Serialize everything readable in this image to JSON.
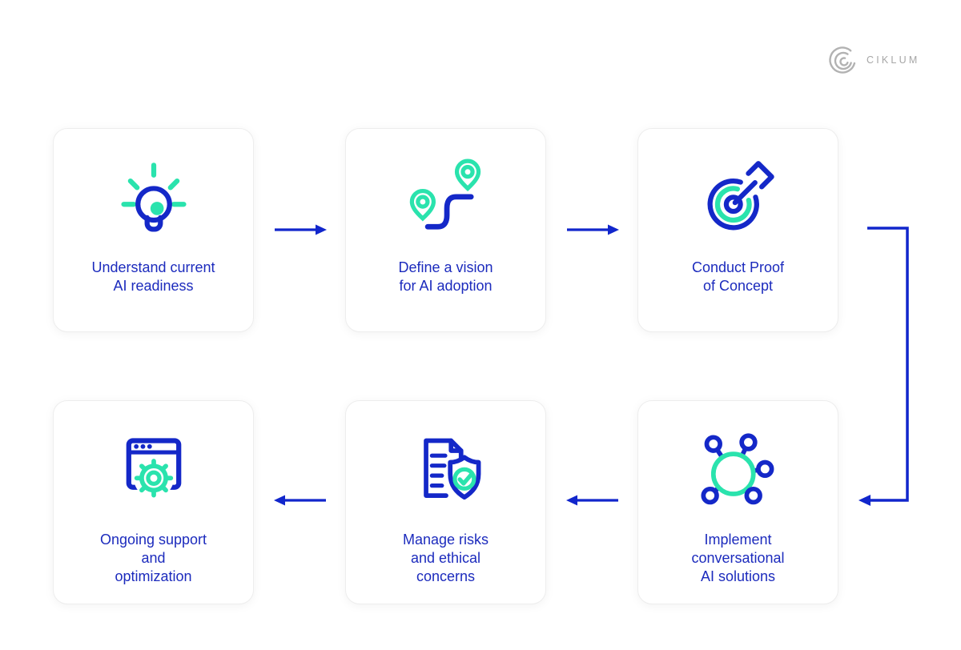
{
  "logo": {
    "text": "CIKLUM",
    "icon": "ciklum-arcs-icon",
    "color": "#a6a6a6"
  },
  "colors": {
    "icon_blue": "#1428c8",
    "text_blue": "#1c2bbd",
    "arrow_blue": "#1126cc",
    "accent_green": "#2ae3ad",
    "card_border": "#ededed",
    "background": "#ffffff"
  },
  "steps": [
    {
      "id": 1,
      "label": "Understand current\nAI readiness",
      "icon": "lightbulb-icon"
    },
    {
      "id": 2,
      "label": "Define a vision\nfor AI adoption",
      "icon": "journey-path-icon"
    },
    {
      "id": 3,
      "label": "Conduct Proof\nof Concept",
      "icon": "target-dart-icon"
    },
    {
      "id": 4,
      "label": "Implement\nconversational\nAI solutions",
      "icon": "network-nodes-icon"
    },
    {
      "id": 5,
      "label": "Manage risks\nand ethical\nconcerns",
      "icon": "document-shield-icon"
    },
    {
      "id": 6,
      "label": "Ongoing support\nand\noptimization",
      "icon": "browser-gear-icon"
    }
  ],
  "flow": {
    "row1_direction": "left-to-right",
    "row2_direction": "right-to-left",
    "connector": "step3-down-to-step4"
  }
}
